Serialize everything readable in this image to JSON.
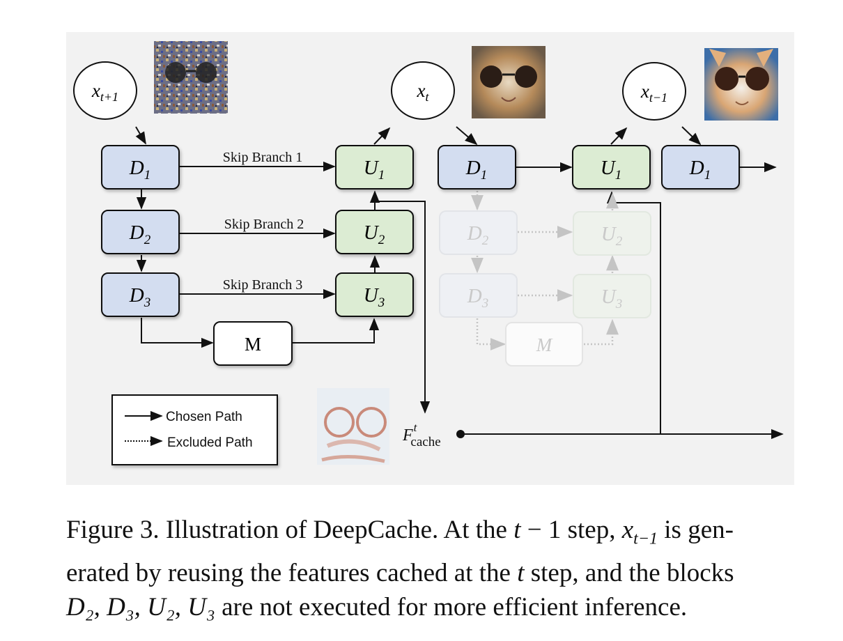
{
  "diagram": {
    "nodes": {
      "x_t1": {
        "base": "x",
        "sub": "t+1"
      },
      "x_t": {
        "base": "x",
        "sub": "t"
      },
      "x_tm1": {
        "base": "x",
        "sub": "t−1"
      }
    },
    "blocks": {
      "D1": {
        "base": "D",
        "sub": "1"
      },
      "D2": {
        "base": "D",
        "sub": "2"
      },
      "D3": {
        "base": "D",
        "sub": "3"
      },
      "U1": {
        "base": "U",
        "sub": "1"
      },
      "U2": {
        "base": "U",
        "sub": "2"
      },
      "U3": {
        "base": "U",
        "sub": "3"
      },
      "M": "M"
    },
    "skip_labels": [
      "Skip Branch 1",
      "Skip Branch 2",
      "Skip Branch 3"
    ],
    "legend": {
      "chosen": "Chosen Path",
      "excluded": "Excluded Path"
    },
    "cache_label": {
      "base": "F",
      "sup": "t",
      "sub": "cache"
    },
    "colors": {
      "down_block": "#d3ddf0",
      "up_block": "#dcecd3",
      "faded_block": "#eef0f2",
      "background": "#f2f2f2"
    }
  },
  "caption": {
    "line1_a": "Figure 3. Illustration of DeepCache. At the ",
    "line1_m1": "t",
    "line1_b": " − 1 step, ",
    "line1_m2": "x",
    "line1_m2_sub": "t−1",
    "line1_c": " is gen-",
    "line2_a": "erated by reusing the features cached at the ",
    "line2_m": "t",
    "line2_b": " step, and the blocks",
    "line3_m": "D₂, D₃, U₂, U₃",
    "line3_b": " are not executed for more efficient inference."
  }
}
